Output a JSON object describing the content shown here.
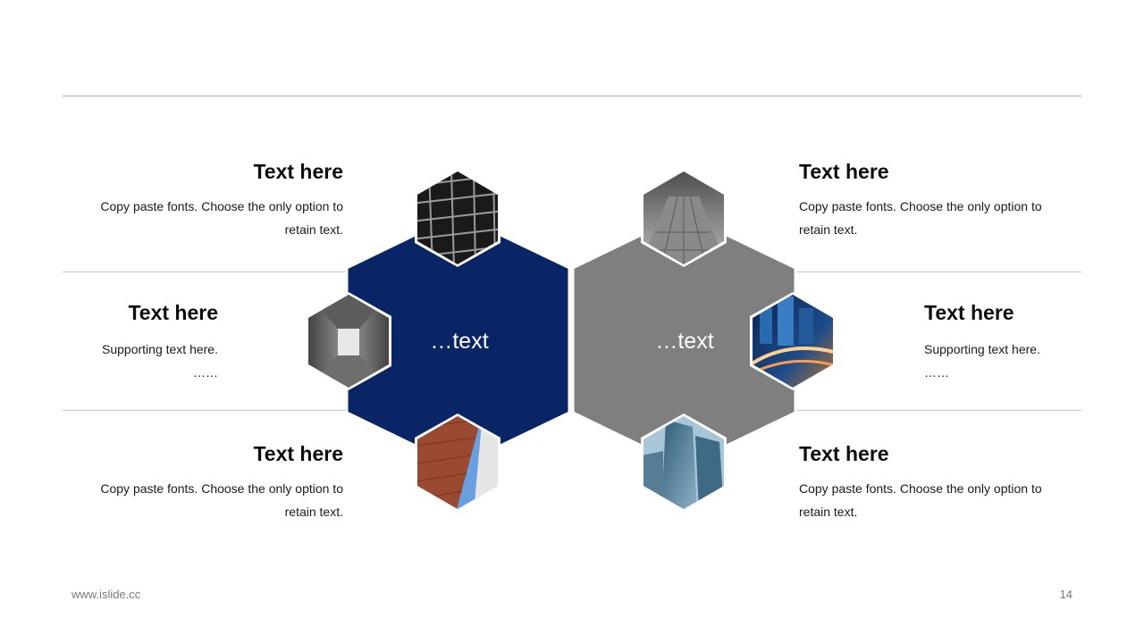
{
  "colors": {
    "left_hex": "#0a2566",
    "right_hex": "#7f7f7f",
    "rule": "#c8c8c8"
  },
  "left": {
    "center_label": "…text",
    "blocks": [
      {
        "title": "Text here",
        "body": "Copy paste fonts. Choose the only option to retain text."
      },
      {
        "title": "Text here",
        "body": "Supporting text here. ……"
      },
      {
        "title": "Text here",
        "body": "Copy paste fonts. Choose the only option to retain text."
      }
    ],
    "photos": [
      "building-facade-photo",
      "concrete-tunnel-photo",
      "brick-tower-photo"
    ]
  },
  "right": {
    "center_label": "…text",
    "blocks": [
      {
        "title": "Text here",
        "body": "Copy paste fonts. Choose the only option to retain text."
      },
      {
        "title": "Text here",
        "body": "Supporting text here. ……"
      },
      {
        "title": "Text here",
        "body": "Copy paste fonts. Choose the only option to retain text."
      }
    ],
    "photos": [
      "skyscraper-up-photo",
      "city-night-photo",
      "glass-towers-photo"
    ]
  },
  "footer": {
    "url": "www.islide.cc",
    "page": "14"
  }
}
